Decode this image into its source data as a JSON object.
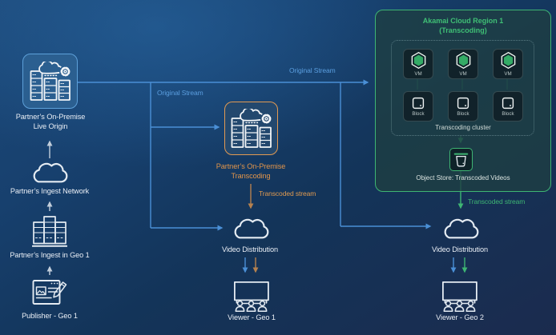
{
  "colors": {
    "blue": "#4a8fd6",
    "orange": "#e09a50",
    "green": "#3eb573"
  },
  "left_column": {
    "live_origin": {
      "line1": "Partner’s On-Premise",
      "line2": "Live Origin"
    },
    "ingest_network": {
      "label": "Partner’s Ingest Network"
    },
    "ingest_geo1": {
      "label": "Partner’s Ingest in Geo 1"
    },
    "publisher": {
      "label": "Publisher - Geo 1"
    }
  },
  "middle_column": {
    "transcoding": {
      "line1": "Partner’s On-Premise",
      "line2": "Transcoding"
    },
    "video_distribution": {
      "label": "Video Distribution"
    },
    "viewer": {
      "label": "Viewer - Geo 1"
    }
  },
  "right_column": {
    "video_distribution": {
      "label": "Video Distribution"
    },
    "viewer": {
      "label": "Viewer - Geo 2"
    }
  },
  "akamai_region": {
    "title_line1": "Akamai Cloud Region 1",
    "title_line2": "(Transcoding)",
    "vm_label": "VM",
    "block_label": "Block",
    "cluster_label": "Transcoding cluster",
    "object_store_label": "Object Store: Transcoded Videos"
  },
  "edge_labels": {
    "original_stream_left": "Original Stream",
    "original_stream_right": "Original Stream",
    "transcoded_stream_orange": "Transcoded stream",
    "transcoded_stream_green": "Transcoded stream"
  }
}
